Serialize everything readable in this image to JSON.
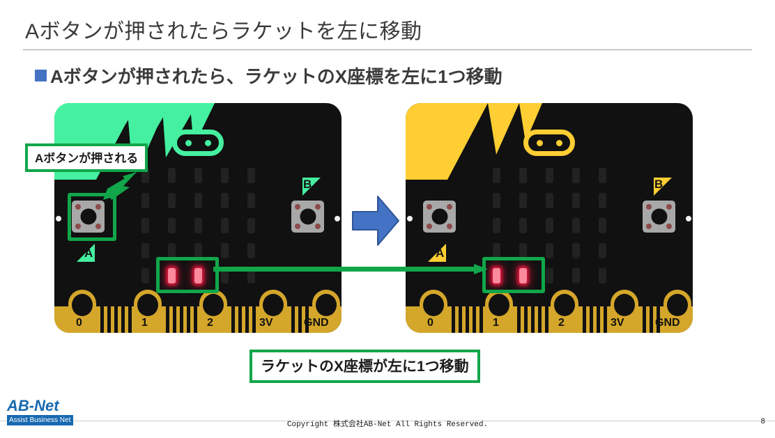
{
  "slide": {
    "title": "Aボタンが押されたらラケットを左に移動",
    "bullet": "Aボタンが押されたら、ラケットのX座標を左に1つ移動",
    "page_number": "8"
  },
  "colors": {
    "green_accent": "#45f0a0",
    "yellow_accent": "#ffce33",
    "highlight_green": "#11a64a",
    "board_black": "#111111",
    "connector_gold": "#d4a62a",
    "led_on": "#fb8a9c",
    "blue_arrow": "#4472c4",
    "bullet_blue": "#4472c4",
    "logo_blue": "#1769b0"
  },
  "callouts": {
    "button_pressed": "Aボタンが押される",
    "paddle_moved": "ラケットのX座標が左に1つ移動"
  },
  "boards": [
    {
      "id": "before",
      "accent": "#45f0a0",
      "button_a_label": "A",
      "button_b_label": "B",
      "pins": [
        "0",
        "1",
        "2",
        "3V",
        "GND"
      ],
      "led_rows": [
        [
          0,
          0,
          0,
          0,
          0
        ],
        [
          0,
          0,
          0,
          0,
          0
        ],
        [
          0,
          0,
          0,
          0,
          0
        ],
        [
          0,
          0,
          0,
          0,
          0
        ],
        [
          0,
          1,
          1,
          0,
          0
        ]
      ]
    },
    {
      "id": "after",
      "accent": "#ffce33",
      "button_a_label": "A",
      "button_b_label": "B",
      "pins": [
        "0",
        "1",
        "2",
        "3V",
        "GND"
      ],
      "led_rows": [
        [
          0,
          0,
          0,
          0,
          0
        ],
        [
          0,
          0,
          0,
          0,
          0
        ],
        [
          0,
          0,
          0,
          0,
          0
        ],
        [
          0,
          0,
          0,
          0,
          0
        ],
        [
          1,
          1,
          0,
          0,
          0
        ]
      ]
    }
  ],
  "footer": {
    "logo_main": "AB-Net",
    "logo_sub": "Assist Business Net",
    "copyright": "Copyright 株式会社AB-Net All Rights Reserved."
  }
}
